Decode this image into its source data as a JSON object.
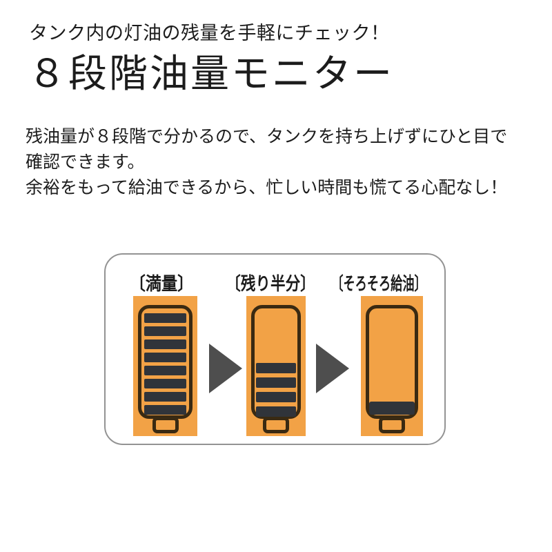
{
  "page": {
    "catchphrase": "タンク内の灯油の残量を手軽にチェック！",
    "title": "８段階油量モニター",
    "description_lines": {
      "line1": "残油量が８段階で分かるので、タンクを持ち上げずにひと目で",
      "line2": "確認できます。",
      "line3": "余裕をもって給油できるから、忙しい時間も慌てる心配なし！"
    }
  },
  "diagram": {
    "stages": [
      {
        "label": "〔満量〕",
        "meaning": "full",
        "bars": 8
      },
      {
        "label": "〔残り半分〕",
        "meaning": "half-remaining",
        "bars": 4
      },
      {
        "label": "〔そろそろ給油〕",
        "meaning": "refuel-soon",
        "bars": 1
      }
    ],
    "levels_total": 8,
    "colors": {
      "tank_orange": "#F2A246",
      "bar_dark": "#30343A",
      "outline_dark": "#3A2A12",
      "arrow_gray": "#4E4E4E",
      "box_border": "#939393",
      "text": "#1C1C1C"
    }
  }
}
